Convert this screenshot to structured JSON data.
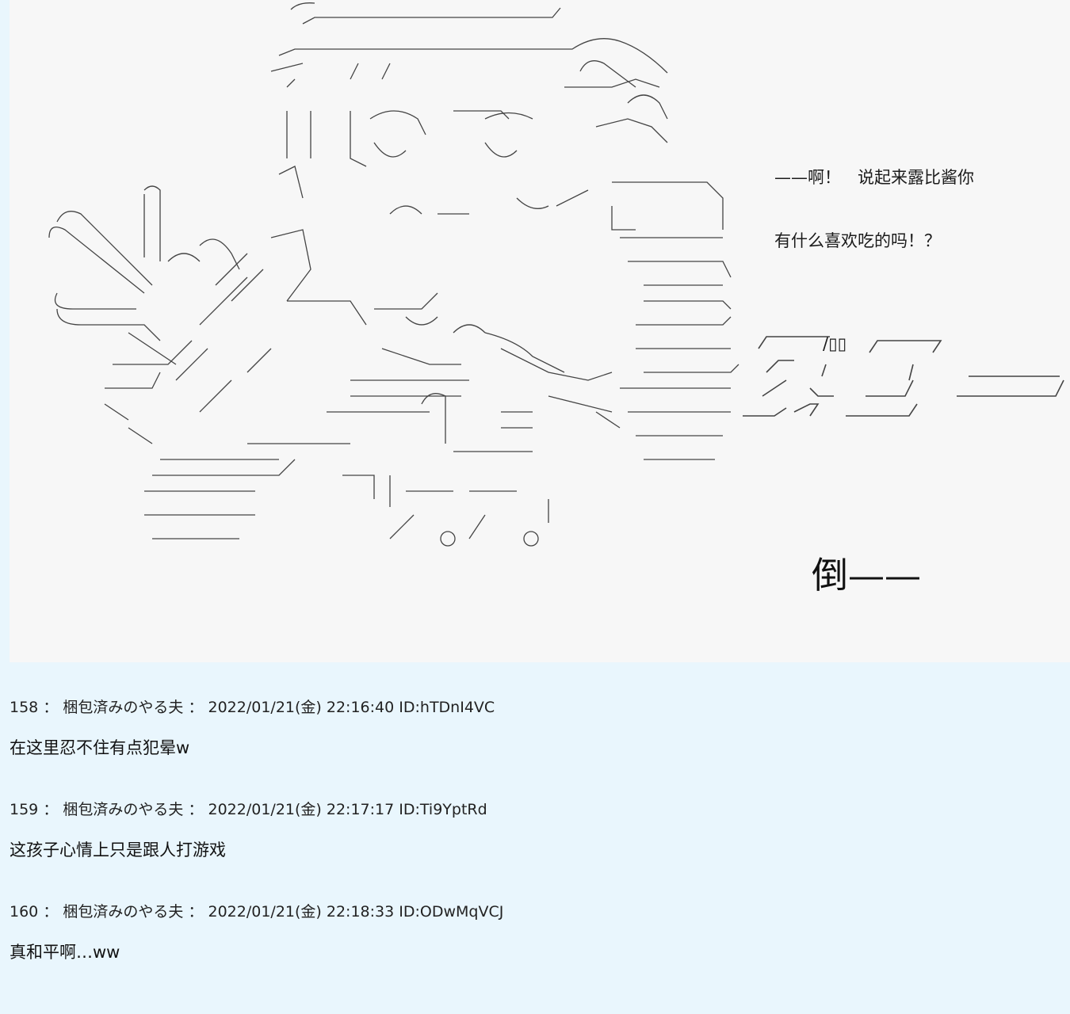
{
  "art": {
    "dialogue_line_1": "——啊！　说起来露比酱你",
    "dialogue_line_2": "有什么喜欢吃的吗！？",
    "sfx_fragment": "/▯▯",
    "fall_text": "倒——"
  },
  "posts": [
    {
      "number": "158",
      "sep": "：",
      "name": "梱包済みのやる夫",
      "date": "2022/01/21(金) 22:16:40",
      "id": "ID:hTDnI4VC",
      "body": "在这里忍不住有点犯晕w"
    },
    {
      "number": "159",
      "sep": "：",
      "name": "梱包済みのやる夫",
      "date": "2022/01/21(金) 22:17:17",
      "id": "ID:Ti9YptRd",
      "body": "这孩子心情上只是跟人打游戏"
    },
    {
      "number": "160",
      "sep": "：",
      "name": "梱包済みのやる夫",
      "date": "2022/01/21(金) 22:18:33",
      "id": "ID:ODwMqVCJ",
      "body": "真和平啊…ww"
    }
  ]
}
